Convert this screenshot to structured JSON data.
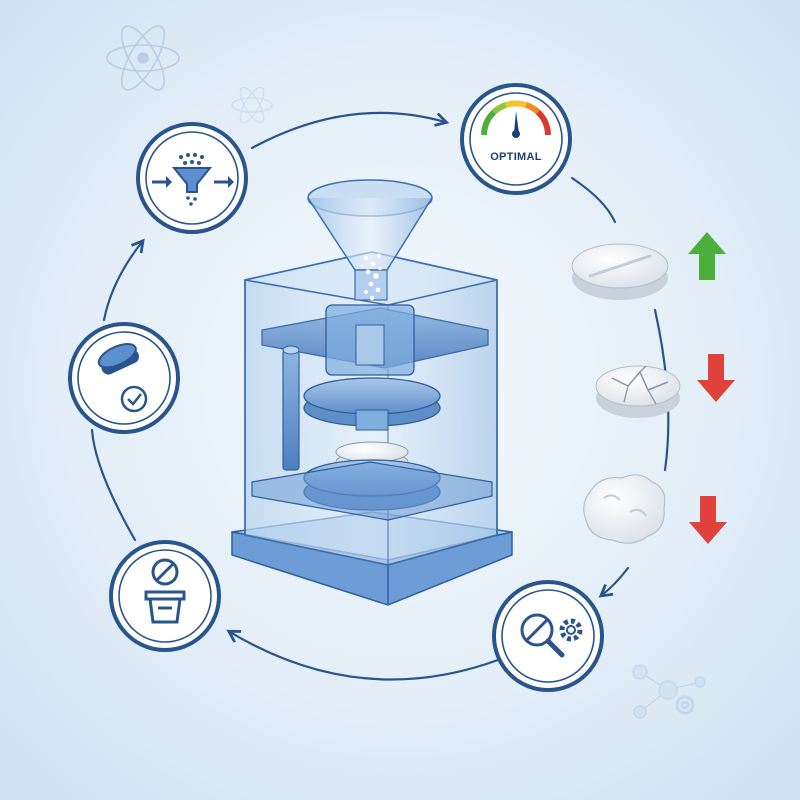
{
  "diagram": {
    "gauge": {
      "label": "OPTIMAL"
    },
    "icons": {
      "center": "tablet-press-machine-icon",
      "step_top_left": "powder-funnel-feed-icon",
      "step_top_right": "pressure-gauge-icon",
      "step_bottom_right": "inspection-magnifier-gear-icon",
      "step_bottom_left": "rejected-tablet-bin-icon",
      "step_left": "approved-tablet-check-icon"
    },
    "outcomes": [
      {
        "icon": "intact-tablet-icon",
        "trend": "up"
      },
      {
        "icon": "cracked-tablet-icon",
        "trend": "down"
      },
      {
        "icon": "deformed-tablet-icon",
        "trend": "down"
      }
    ],
    "colors": {
      "primary": "#2a558c",
      "accent_blue": "#5b8fd0",
      "up_green": "#4caf3c",
      "down_red": "#e0413a"
    }
  }
}
